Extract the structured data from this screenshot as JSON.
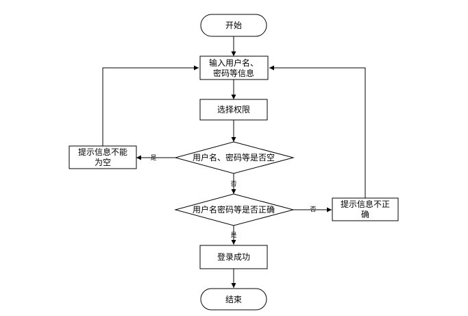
{
  "nodes": {
    "start": "开始",
    "input_line1": "输入用户名、",
    "input_line2": "密码等信息",
    "select_permission": "选择权限",
    "empty_check": "用户名、密码等是否空",
    "empty_prompt_line1": "提示信息不能",
    "empty_prompt_line2": "为空",
    "correct_check": "用户名密码等是否正确",
    "incorrect_prompt_line1": "提示信息不正",
    "incorrect_prompt_line2": "确",
    "login_success": "登录成功",
    "end": "结束"
  },
  "edge_labels": {
    "empty_yes": "是",
    "empty_no": "否",
    "correct_no": "否",
    "correct_yes": "是"
  }
}
